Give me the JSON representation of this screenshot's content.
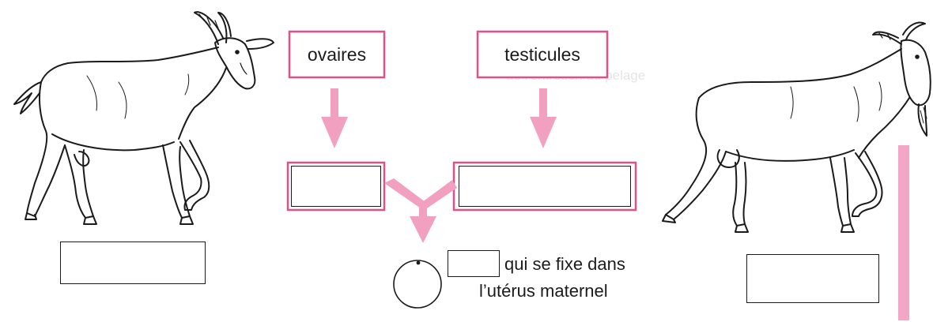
{
  "diagram": {
    "labels": {
      "ovaires": "ovaires",
      "testicules": "testicules",
      "egg_line1": "qui se fixe dans",
      "egg_line2": "l’utérus maternel"
    },
    "background_ghost_text": "de l'entretien du pelage",
    "blank_boxes": [
      "female-animal",
      "ovary-product",
      "testicle-product",
      "egg-name",
      "male-animal"
    ],
    "colors": {
      "accent": "#e0508a",
      "arrow": "#f2a0c0",
      "right_bar": "#f4a6c6",
      "outline": "#1a1a1a"
    }
  }
}
